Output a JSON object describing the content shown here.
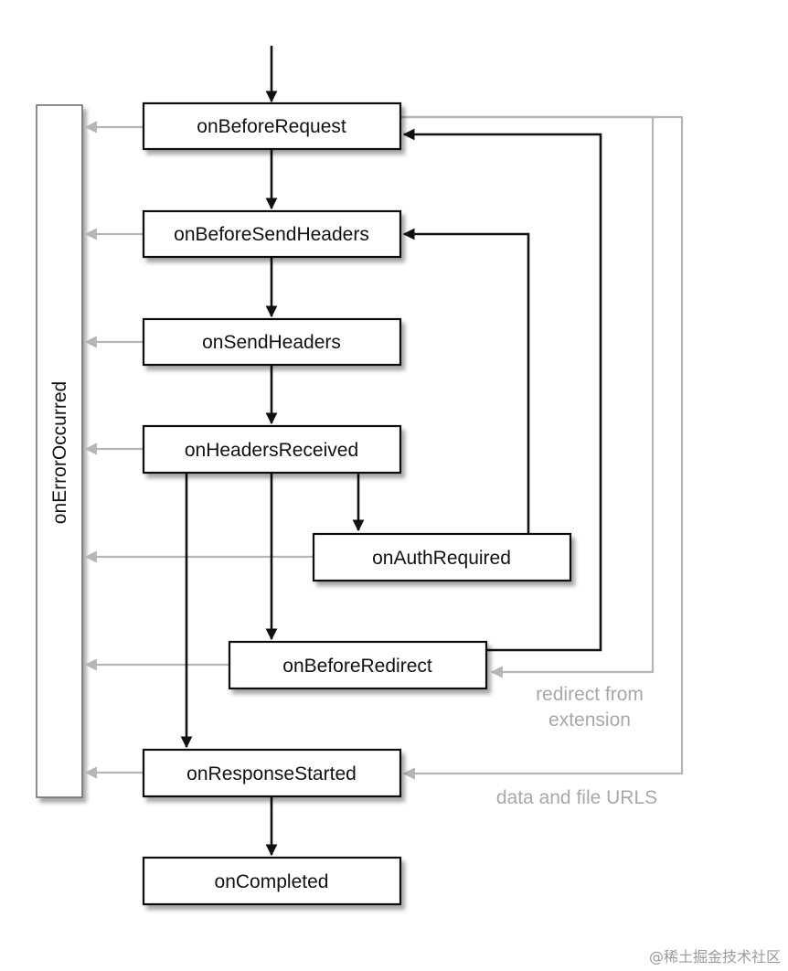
{
  "diagram": {
    "nodes": {
      "onBeforeRequest": "onBeforeRequest",
      "onBeforeSendHeaders": "onBeforeSendHeaders",
      "onSendHeaders": "onSendHeaders",
      "onHeadersReceived": "onHeadersReceived",
      "onAuthRequired": "onAuthRequired",
      "onBeforeRedirect": "onBeforeRedirect",
      "onResponseStarted": "onResponseStarted",
      "onCompleted": "onCompleted",
      "onErrorOccurred": "onErrorOccurred"
    },
    "notes": {
      "redirect_line1": "redirect from",
      "redirect_line2": "extension",
      "data_urls": "data and file URLS"
    },
    "watermark": "@稀土掘金技术社区"
  },
  "colors": {
    "main_flow": "#111111",
    "secondary_flow": "#b5b5b5",
    "note_text": "#a8a8a8"
  }
}
